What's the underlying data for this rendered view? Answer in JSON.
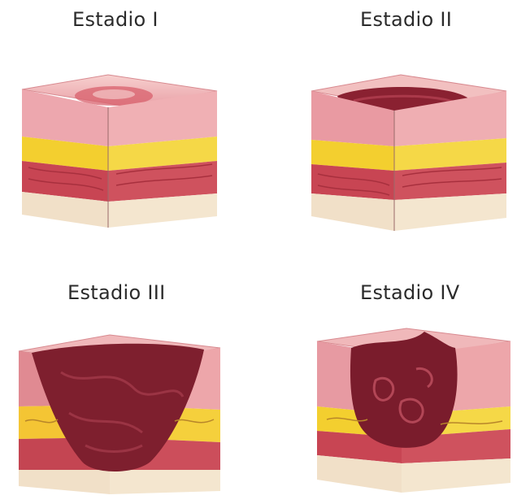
{
  "stages": [
    {
      "label": "Estadio I"
    },
    {
      "label": "Estadio II"
    },
    {
      "label": "Estadio III"
    },
    {
      "label": "Estadio IV"
    }
  ],
  "colors": {
    "epidermis": "#e9a3a8",
    "dermis": "#f2b9b5",
    "fat": "#f3d23a",
    "muscle": "#c94a55",
    "bone": "#f3e2c6",
    "wound": "#8e2233"
  }
}
